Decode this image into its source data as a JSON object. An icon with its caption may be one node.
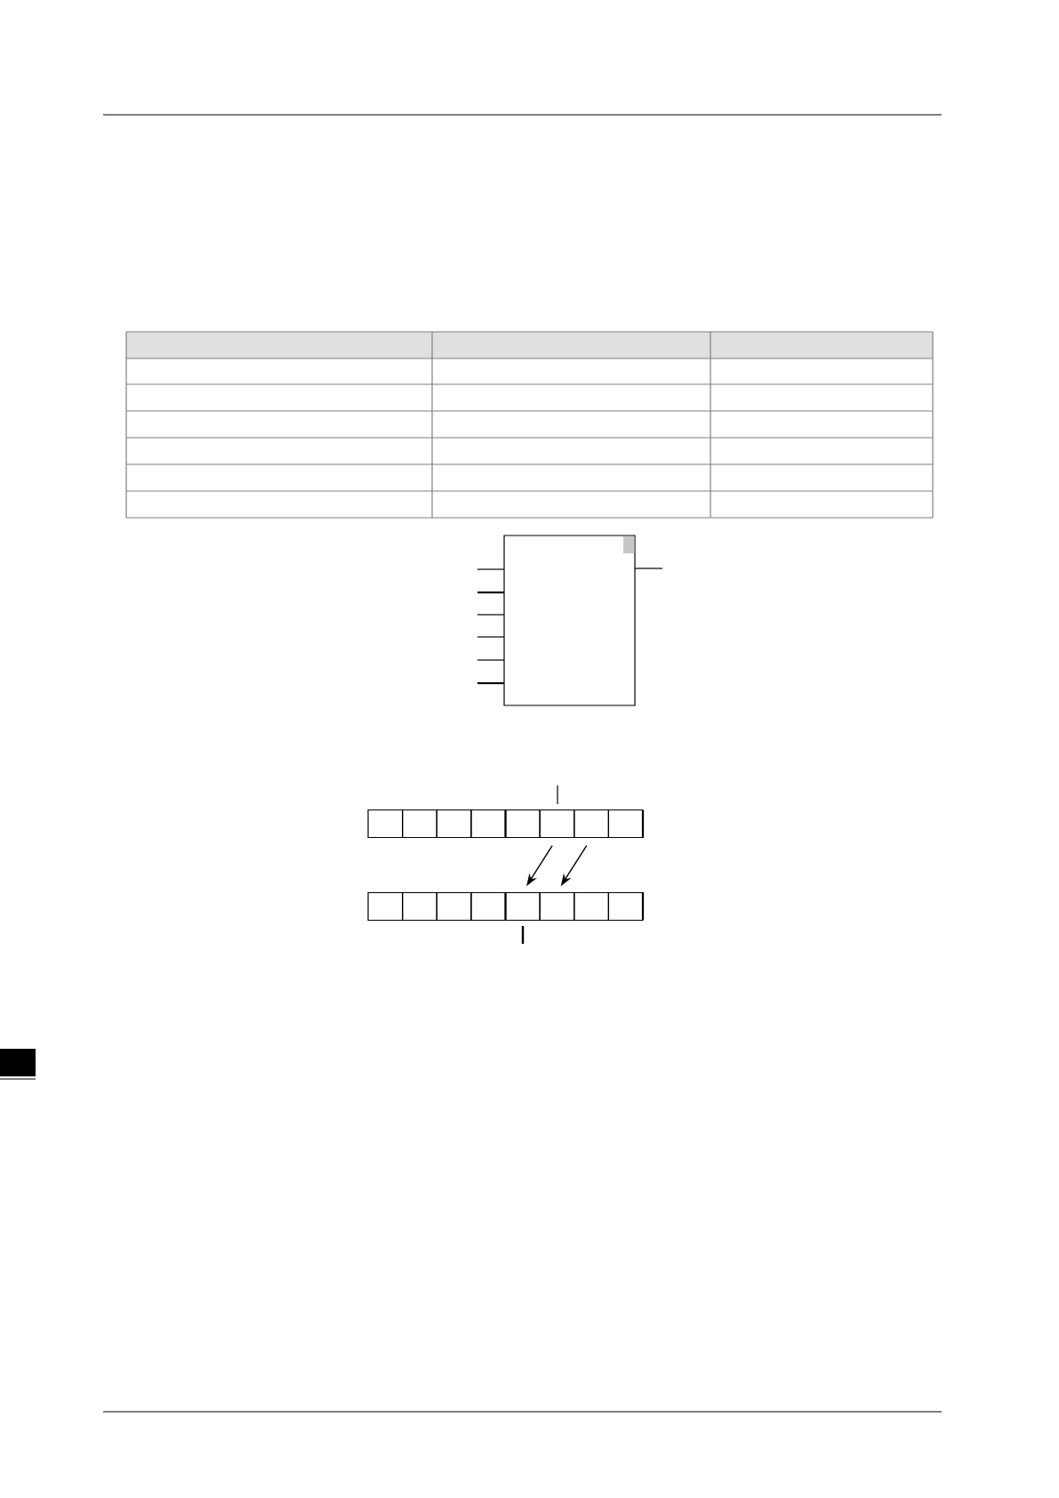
{
  "diagram": {
    "nodes": [
      {
        "text": [],
        "shape": "box"
      },
      {
        "text": [],
        "shape": "box"
      },
      {
        "text": [],
        "shape": "box"
      },
      {
        "text": [],
        "shape": "box"
      },
      {
        "text": [],
        "shape": "box"
      },
      {
        "text": [],
        "shape": "box"
      },
      {
        "text": [],
        "shape": "box"
      },
      {
        "text": [],
        "shape": "box"
      },
      {
        "text": [],
        "shape": "box"
      },
      {
        "text": [],
        "shape": "box"
      },
      {
        "text": [],
        "shape": "box"
      },
      {
        "text": [],
        "shape": "box"
      },
      {
        "text": [],
        "shape": "box"
      },
      {
        "text": [],
        "shape": "box"
      },
      {
        "text": [],
        "shape": "box"
      },
      {
        "text": [],
        "shape": "box"
      }
    ],
    "edges": [
      {
        "from": 5,
        "to": 12,
        "arrow": "to"
      },
      {
        "from": 6,
        "to": 13,
        "arrow": "to"
      }
    ]
  }
}
